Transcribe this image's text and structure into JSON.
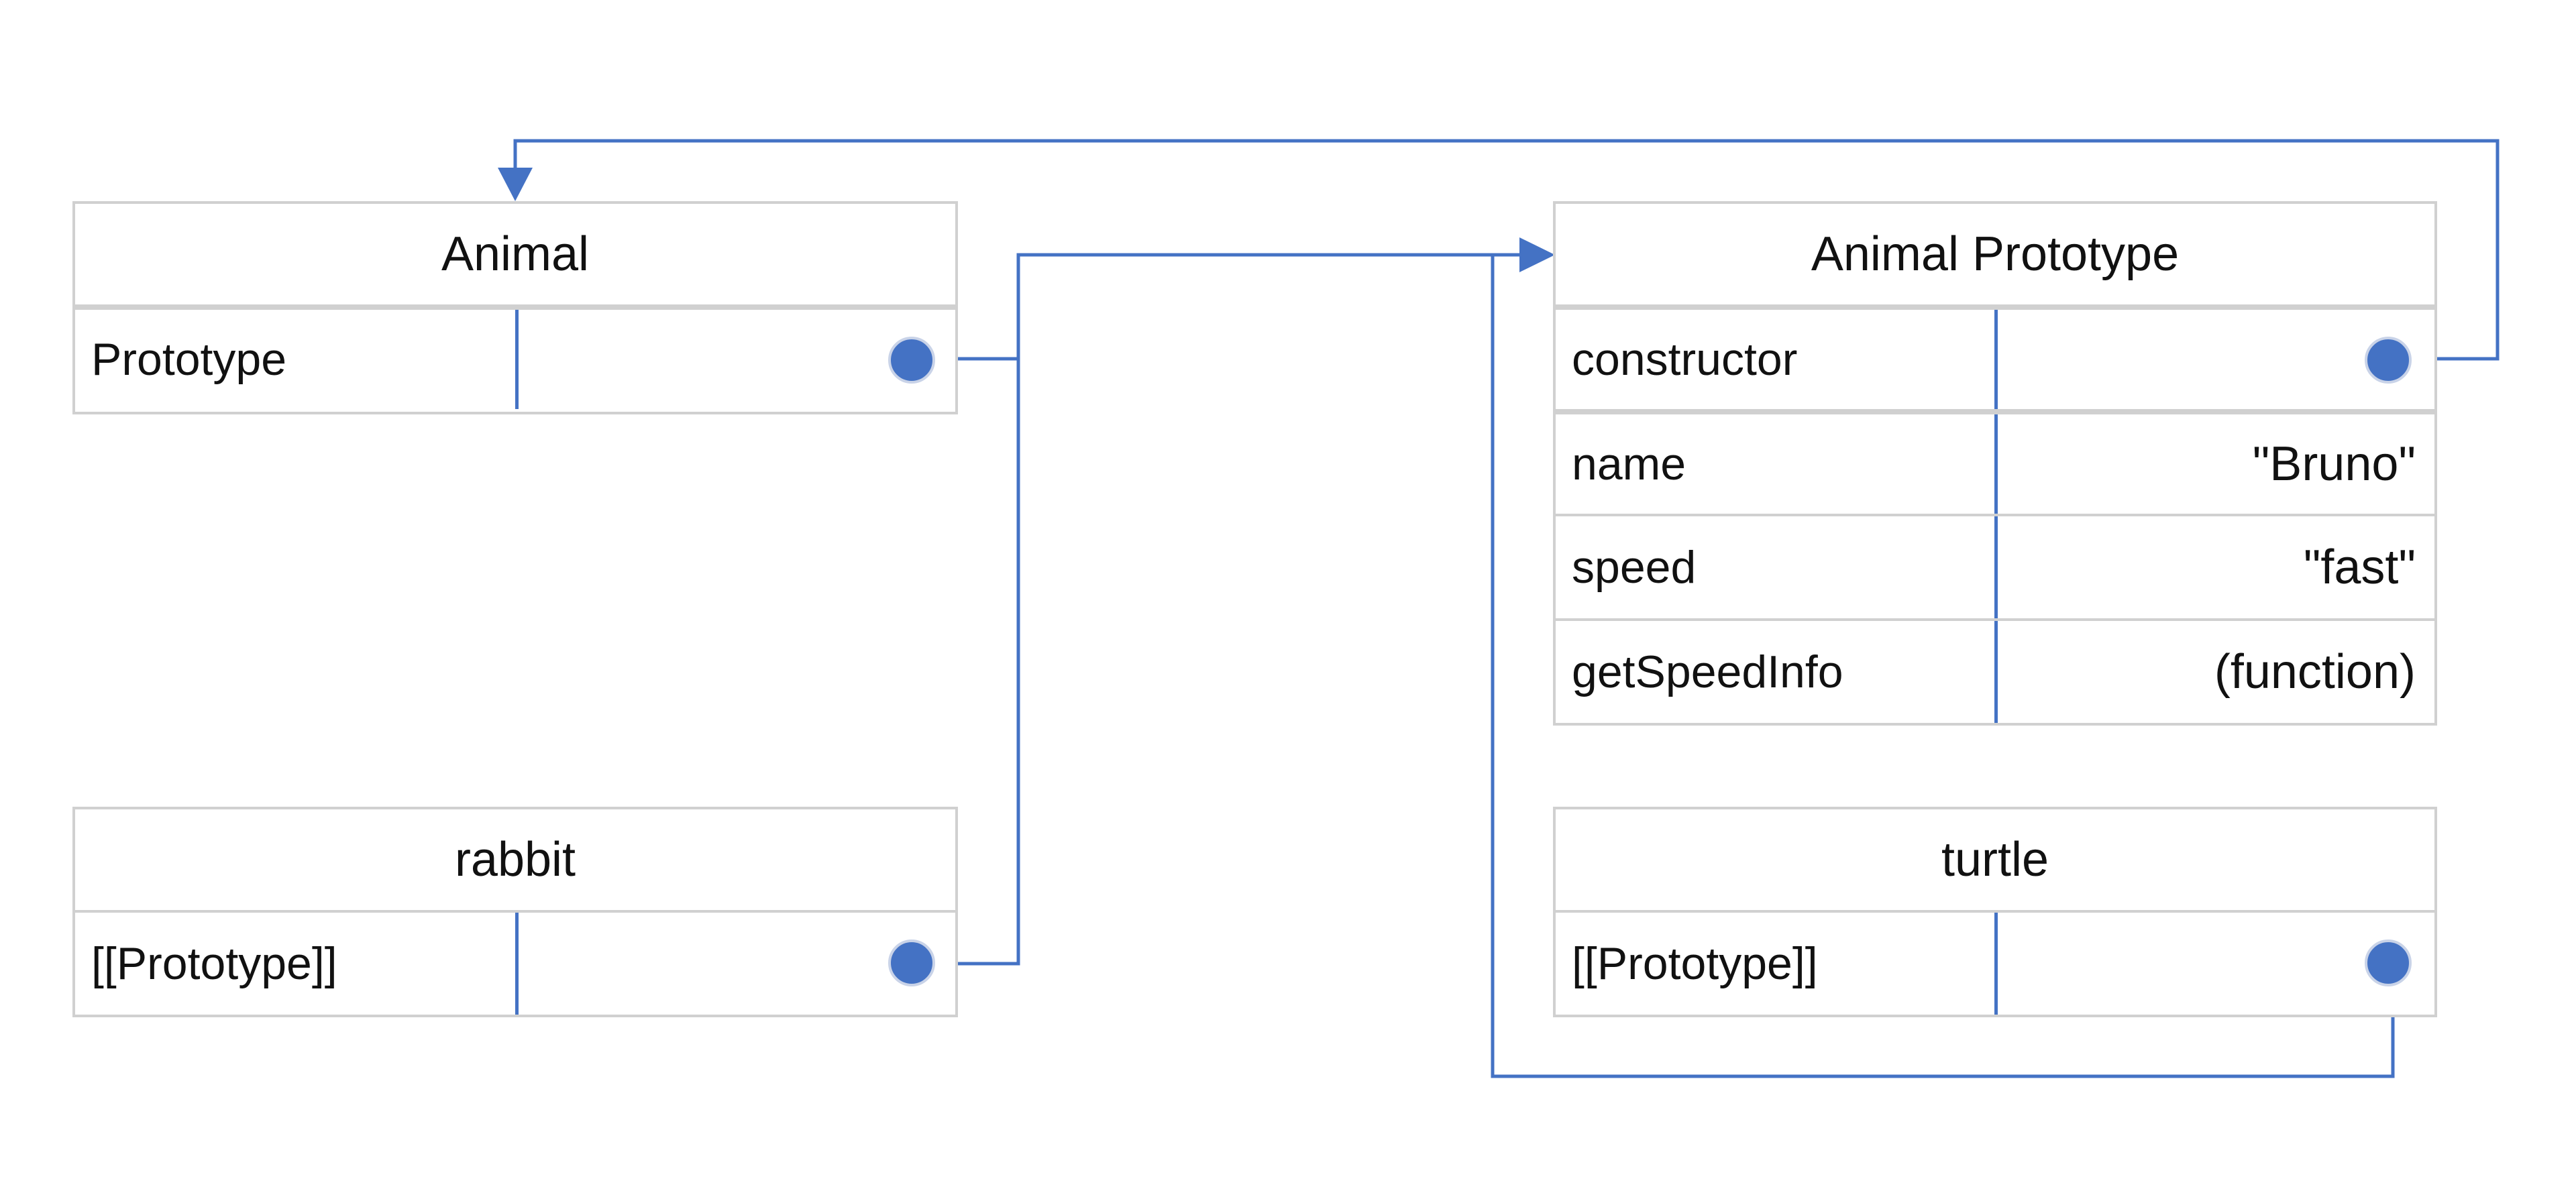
{
  "colors": {
    "connector": "#4472c4",
    "border": "#d0d0d0",
    "dot": "#4472c4"
  },
  "animal": {
    "title": "Animal",
    "rows": [
      {
        "key": "Prototype",
        "value": ""
      }
    ]
  },
  "animal_prototype": {
    "title": "Animal Prototype",
    "rows": [
      {
        "key": "constructor",
        "value": ""
      },
      {
        "key": "name",
        "value": "\"Bruno\""
      },
      {
        "key": "speed",
        "value": "\"fast\""
      },
      {
        "key": "getSpeedInfo",
        "value": "(function)"
      }
    ]
  },
  "rabbit": {
    "title": "rabbit",
    "rows": [
      {
        "key": "[[Prototype]]",
        "value": ""
      }
    ]
  },
  "turtle": {
    "title": "turtle",
    "rows": [
      {
        "key": "[[Prototype]]",
        "value": ""
      }
    ]
  }
}
